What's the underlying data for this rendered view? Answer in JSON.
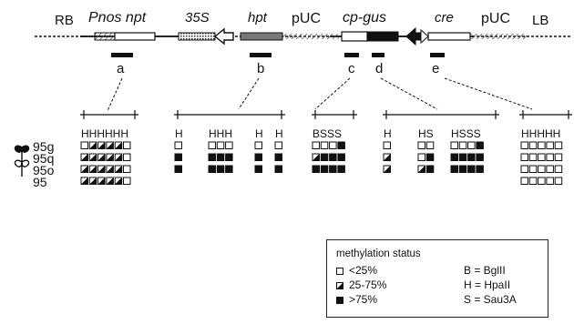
{
  "construct": {
    "rb": "RB",
    "lb": "LB",
    "pnos_npt": "Pnos npt",
    "p35s": "35S",
    "hpt": "hpt",
    "puc1": "pUC",
    "cp_gus": "cp-gus",
    "cre": "cre",
    "puc2": "pUC"
  },
  "probes": [
    "a",
    "b",
    "c",
    "d",
    "e"
  ],
  "rows": [
    "95g",
    "95q",
    "95o",
    "95"
  ],
  "sites": [
    {
      "name": "site-group-1",
      "label": "HHHHHH"
    },
    {
      "name": "site-group-2",
      "label": "H"
    },
    {
      "name": "site-group-3",
      "label": "HHH"
    },
    {
      "name": "site-group-4",
      "label": "H"
    },
    {
      "name": "site-group-5",
      "label": "H"
    },
    {
      "name": "site-group-6",
      "label": "BSSS"
    },
    {
      "name": "site-group-7",
      "label": "H"
    },
    {
      "name": "site-group-8",
      "label": "HS"
    },
    {
      "name": "site-group-9",
      "label": "HSSS"
    },
    {
      "name": "site-group-10",
      "label": "HHHHH"
    }
  ],
  "methylation": {
    "legend_note": "u = <25%, h = 25-75%, f = >75%, - = not shown",
    "g1": [
      "uhhhhu",
      "hhhhhu",
      "hhhhhu",
      "hhhhhu"
    ],
    "g2": [
      "u",
      "f",
      "f",
      "-"
    ],
    "g3": [
      "uuu",
      "fff",
      "fff",
      "---"
    ],
    "g4": [
      "u",
      "f",
      "f",
      "-"
    ],
    "g5": [
      "u",
      "f",
      "f",
      "-"
    ],
    "g6": [
      "uuuf",
      "hfff",
      "ffff",
      "----"
    ],
    "g7": [
      "u",
      "h",
      "h",
      "-"
    ],
    "g8": [
      "uu",
      "uf",
      "hf",
      "--"
    ],
    "g9": [
      "uuuf",
      "ffff",
      "ffff",
      "----"
    ],
    "g10": [
      "uuuuu",
      "uuuuu",
      "uuuuu",
      "uuuuu"
    ]
  },
  "legend": {
    "title": "methylation status",
    "items": [
      "<25%",
      "25-75%",
      ">75%"
    ],
    "enzymes": [
      "B = BglII",
      "H = HpaII",
      "S = Sau3A"
    ]
  },
  "colors": {
    "ink": "#111111",
    "hatch": "#555555",
    "shade": "#888888"
  }
}
